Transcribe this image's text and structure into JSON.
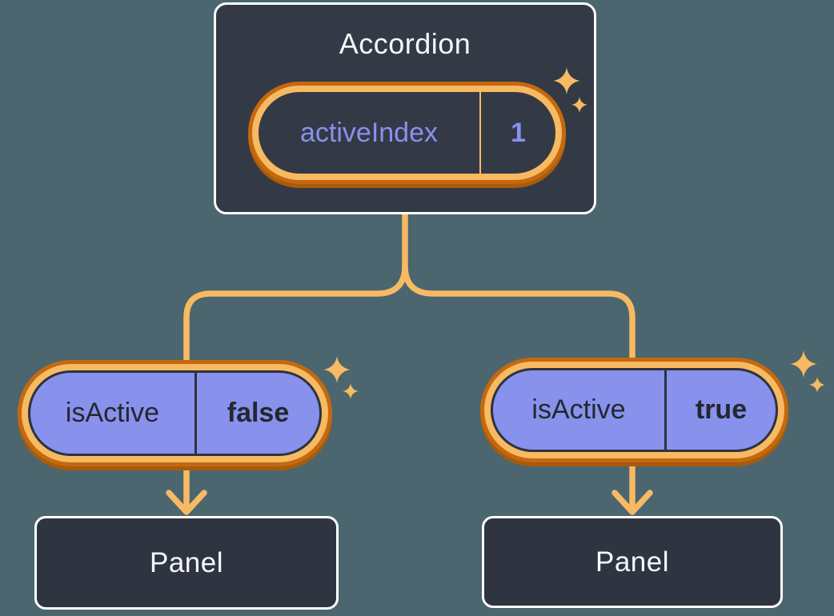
{
  "colors": {
    "bg": "#4B666E",
    "box_bg": "#333A46",
    "panel_bg": "#2F3540",
    "orange_light": "#F7BA62",
    "orange_dark": "#C4690F",
    "purple": "#8891EC",
    "text_light": "#F6F7F9",
    "text_dark": "#23272F"
  },
  "icons": {
    "sparkle": "four-point-star"
  },
  "tree": {
    "root": {
      "title": "Accordion",
      "prop_label": "activeIndex",
      "prop_value": "1"
    },
    "left_child": {
      "prop_label": "isActive",
      "prop_value": "false",
      "panel_title": "Panel"
    },
    "right_child": {
      "prop_label": "isActive",
      "prop_value": "true",
      "panel_title": "Panel"
    }
  }
}
